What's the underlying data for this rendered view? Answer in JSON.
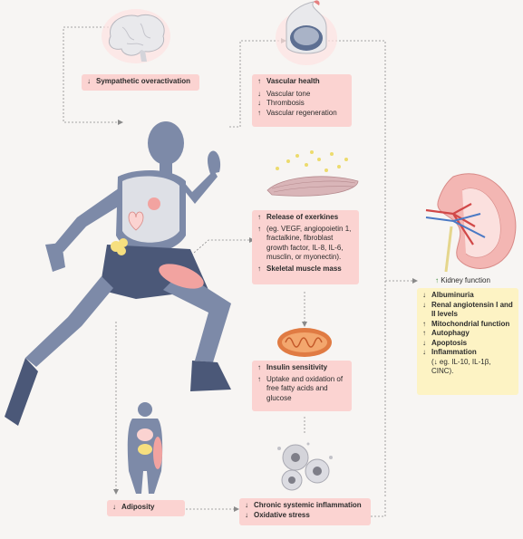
{
  "arrows": {
    "up": "↑",
    "down": "↓"
  },
  "sympathetic": {
    "arrow": "↓",
    "text": "Sympathetic overactivation"
  },
  "vascular": {
    "title_arrow": "↑",
    "title": "Vascular health",
    "items": [
      {
        "arrow": "↓",
        "text": "Vascular tone"
      },
      {
        "arrow": "↓",
        "text": "Thrombosis"
      },
      {
        "arrow": "↑",
        "text": "Vascular regeneration"
      }
    ]
  },
  "exerkines": {
    "title_arrow": "↑",
    "title": "Release of exerkines",
    "detail_arrow": "↑",
    "detail": "(eg. VEGF, angiopoietin 1, fractalkine, fibroblast growth factor, IL-8, IL-6, musclin, or myonectin).",
    "muscle_arrow": "↑",
    "muscle": "Skeletal muscle mass"
  },
  "insulin": {
    "title_arrow": "↑",
    "title": "Insulin sensitivity",
    "detail_arrow": "↑",
    "detail": "Uptake and oxidation of free fatty acids and glucose"
  },
  "kidney": {
    "label_arrow": "↑",
    "label": "Kidney function",
    "items": [
      {
        "arrow": "↓",
        "text": "Albuminuria"
      },
      {
        "arrow": "↓",
        "text": "Renal angiotensin I and II levels"
      },
      {
        "arrow": "↑",
        "text": "Mitochondrial function"
      },
      {
        "arrow": "↑",
        "text": "Autophagy"
      },
      {
        "arrow": "↓",
        "text": "Apoptosis"
      },
      {
        "arrow": "↓",
        "text": "Inflammation"
      }
    ],
    "inflammation_detail": "(↓ eg. IL-10, IL-1β, CINC)."
  },
  "adiposity": {
    "arrow": "↓",
    "text": "Adiposity"
  },
  "inflammation_box": {
    "items": [
      {
        "arrow": "↓",
        "text": "Chronic systemic inflammation"
      },
      {
        "arrow": "↓",
        "text": "Oxidative stress"
      }
    ]
  },
  "colors": {
    "pink_box": "#fbd3d1",
    "yellow_box": "#fdf3c4",
    "runner": "#7d8aa8",
    "runner_dark": "#4b5878",
    "arrow_green": "#3a8a3a"
  }
}
